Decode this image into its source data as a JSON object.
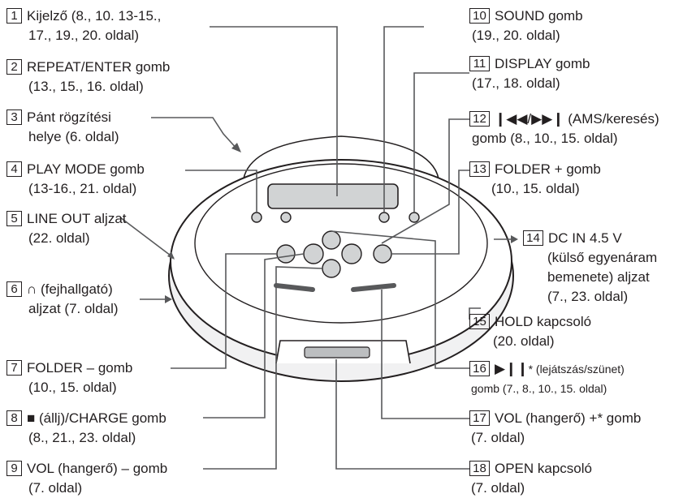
{
  "callouts": [
    {
      "num": "1",
      "line1": "Kijelző (8., 10. 13-15.,",
      "line2": "17., 19., 20. oldal)"
    },
    {
      "num": "2",
      "line1": "REPEAT/ENTER gomb",
      "line2": "(13., 15., 16. oldal)"
    },
    {
      "num": "3",
      "line1": "Pánt rögzítési",
      "line2": "helye (6. oldal)"
    },
    {
      "num": "4",
      "line1": "PLAY MODE gomb",
      "line2": "(13-16., 21. oldal)"
    },
    {
      "num": "5",
      "line1": "LINE OUT aljzat",
      "line2": "(22. oldal)"
    },
    {
      "num": "6",
      "line1": "∩ (fejhallgató)",
      "line2": "aljzat (7. oldal)"
    },
    {
      "num": "7",
      "line1": "FOLDER – gomb",
      "line2": "(10., 15. oldal)"
    },
    {
      "num": "8",
      "line1": "■ (állj)/CHARGE gomb",
      "line2": "(8., 21., 23. oldal)"
    },
    {
      "num": "9",
      "line1": "VOL (hangerő) – gomb",
      "line2": "(7. oldal)"
    },
    {
      "num": "10",
      "line1": "SOUND gomb",
      "line2": "(19., 20. oldal)"
    },
    {
      "num": "11",
      "line1": "DISPLAY gomb",
      "line2": "(17., 18. oldal)"
    },
    {
      "num": "12",
      "line1": "❙◀◀/▶▶❙ (AMS/keresés)",
      "line2": "gomb (8., 10., 15. oldal)"
    },
    {
      "num": "13",
      "line1": "FOLDER + gomb",
      "line2": "(10., 15. oldal)"
    },
    {
      "num": "14",
      "line1": "DC IN 4.5 V",
      "line2": "(külső egyenáram",
      "line3": "bemenete) aljzat",
      "line4": "(7., 23. oldal)"
    },
    {
      "num": "15",
      "line1": "HOLD kapcsoló",
      "line2": "(20. oldal)"
    },
    {
      "num": "16",
      "line1a": "▶❙❙",
      "line1b": "* (lejátszás/szünet)",
      "line2": "gomb (7., 8., 10., 15. oldal)"
    },
    {
      "num": "17",
      "line1": "VOL (hangerő) +* gomb",
      "line2": "(7. oldal)"
    },
    {
      "num": "18",
      "line1": "OPEN kapcsoló",
      "line2": "(7. oldal)"
    }
  ]
}
